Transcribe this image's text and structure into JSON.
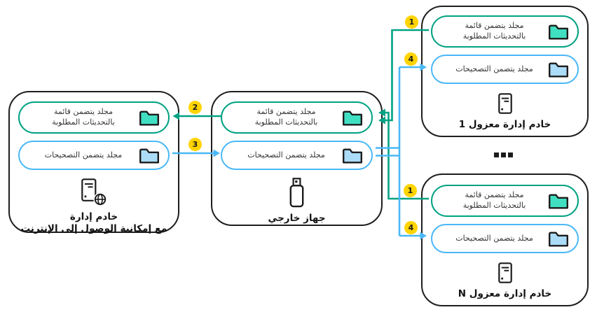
{
  "diagram": {
    "steps": {
      "s1": "1",
      "s2": "2",
      "s3": "3",
      "s4": "4"
    },
    "folders": {
      "updates_line1": "مجلد يتضمن قائمة",
      "updates_line2": "بالتحديثات المطلوبة",
      "patches": "مجلد يتضمن التصحيحات"
    },
    "nodes": {
      "isolated_server_1": {
        "title": "خادم إدارة معزول 1"
      },
      "isolated_server_n": {
        "title": "خادم إدارة معزول N"
      },
      "external_device": {
        "title": "جهاز خارجي"
      },
      "internet_server": {
        "title_line1": "خادم إدارة",
        "title_line2": "مع إمكانية الوصول إلى الإنترنت"
      }
    },
    "separator": "...",
    "colors": {
      "green": "#00a283",
      "green_fill": "#40dfc2",
      "blue": "#4ab8f7",
      "blue_fill": "#abdcf8",
      "badge_yellow": "#ffd400",
      "outline": "#1e1e1e"
    }
  }
}
